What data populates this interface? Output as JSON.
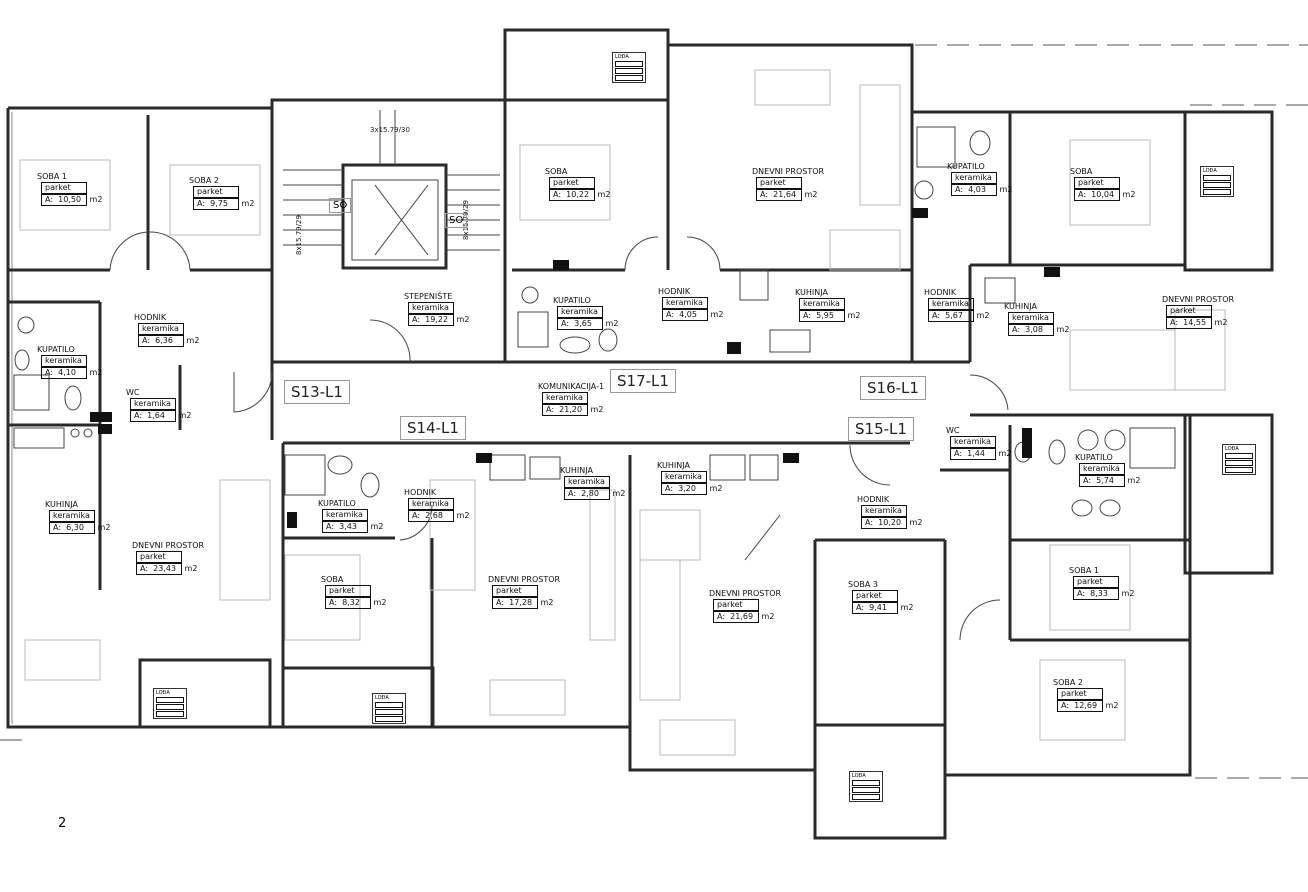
{
  "units": [
    "S13-L1",
    "S14-L1",
    "S17-L1",
    "S16-L1",
    "S15-L1"
  ],
  "rooms": [
    {
      "name": "SOBA 1",
      "material": "parket",
      "area": "10,50"
    },
    {
      "name": "SOBA 2",
      "material": "parket",
      "area": "9,75"
    },
    {
      "name": "STEPENIŠTE",
      "material": "keramika",
      "area": "19,22"
    },
    {
      "name": "SOBA",
      "material": "parket",
      "area": "10,22"
    },
    {
      "name": "DNEVNI PROSTOR",
      "material": "parket",
      "area": "21,64"
    },
    {
      "name": "KUPATILO",
      "material": "keramika",
      "area": "4,03"
    },
    {
      "name": "SOBA",
      "material": "parket",
      "area": "10,04"
    },
    {
      "name": "HODNIK",
      "material": "keramika",
      "area": "6,36"
    },
    {
      "name": "KUPATILO",
      "material": "keramika",
      "area": "4,10"
    },
    {
      "name": "WC",
      "material": "keramika",
      "area": "1,64"
    },
    {
      "name": "KUPATILO",
      "material": "keramika",
      "area": "3,65"
    },
    {
      "name": "HODNIK",
      "material": "keramika",
      "area": "4,05"
    },
    {
      "name": "KUHINJA",
      "material": "keramika",
      "area": "5,95"
    },
    {
      "name": "HODNIK",
      "material": "keramika",
      "area": "5,67"
    },
    {
      "name": "KUHINJA",
      "material": "keramika",
      "area": "3,08"
    },
    {
      "name": "DNEVNI PROSTOR",
      "material": "parket",
      "area": "14,55"
    },
    {
      "name": "KOMUNIKACIJA-1",
      "material": "keramika",
      "area": "21,20"
    },
    {
      "name": "WC",
      "material": "keramika",
      "area": "1,44"
    },
    {
      "name": "KUPATILO",
      "material": "keramika",
      "area": "5,74"
    },
    {
      "name": "KUHINJA",
      "material": "keramika",
      "area": "6,30"
    },
    {
      "name": "DNEVNI PROSTOR",
      "material": "parket",
      "area": "23,43"
    },
    {
      "name": "KUPATILO",
      "material": "keramika",
      "area": "3,43"
    },
    {
      "name": "HODNIK",
      "material": "keramika",
      "area": "2,68"
    },
    {
      "name": "KUHINJA",
      "material": "keramika",
      "area": "2,80"
    },
    {
      "name": "KUHINJA",
      "material": "keramika",
      "area": "3,20"
    },
    {
      "name": "HODNIK",
      "material": "keramika",
      "area": "10,20"
    },
    {
      "name": "SOBA",
      "material": "parket",
      "area": "8,32"
    },
    {
      "name": "DNEVNI PROSTOR",
      "material": "parket",
      "area": "17,28"
    },
    {
      "name": "DNEVNI PROSTOR",
      "material": "parket",
      "area": "21,69"
    },
    {
      "name": "SOBA 3",
      "material": "parket",
      "area": "9,41"
    },
    {
      "name": "SOBA 1",
      "material": "parket",
      "area": "8,33"
    },
    {
      "name": "SOBA 2",
      "material": "parket",
      "area": "12,69"
    }
  ],
  "area_prefix": "A:",
  "area_unit": "m2",
  "loggia_label": "LOĐA",
  "stair": {
    "flight_top": "3x15.79/30",
    "flight_side": "8x15.79/29",
    "so": "SO"
  },
  "page_number": "2"
}
